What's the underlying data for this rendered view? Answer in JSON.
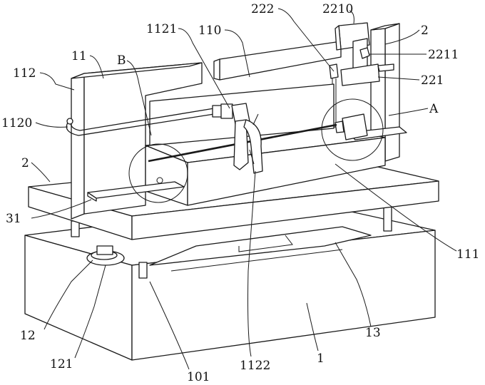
{
  "labels": {
    "l_2210": "2210",
    "l_222": "222",
    "l_1121": "1121",
    "l_110": "110",
    "l_2_top": "2",
    "l_2211": "2211",
    "l_11": "11",
    "l_B": "B",
    "l_112": "112",
    "l_221": "221",
    "l_A": "A",
    "l_1120": "1120",
    "l_2_left": "2",
    "l_31": "31",
    "l_111": "111",
    "l_12": "12",
    "l_13": "13",
    "l_1": "1",
    "l_121": "121",
    "l_1122": "1122",
    "l_101": "101"
  }
}
